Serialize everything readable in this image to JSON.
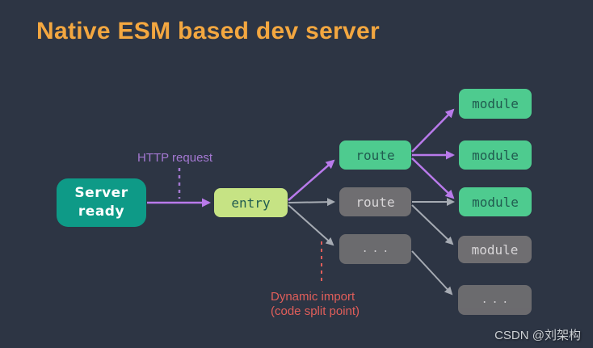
{
  "title": "Native ESM based dev server",
  "watermark": "CSDN @刘架构",
  "annotations": {
    "http_request": "HTTP request",
    "dynamic_import": "Dynamic import",
    "code_split": "(code split point)"
  },
  "nodes": [
    {
      "id": "server-ready",
      "label": "Server ready",
      "style": "teal"
    },
    {
      "id": "entry",
      "label": "entry",
      "style": "lime"
    },
    {
      "id": "route-active",
      "label": "route",
      "style": "green"
    },
    {
      "id": "route-inactive",
      "label": "route",
      "style": "gray"
    },
    {
      "id": "route-more",
      "label": "...",
      "style": "gray"
    },
    {
      "id": "module-1",
      "label": "module",
      "style": "green"
    },
    {
      "id": "module-2",
      "label": "module",
      "style": "green"
    },
    {
      "id": "module-3",
      "label": "module",
      "style": "green"
    },
    {
      "id": "module-4",
      "label": "module",
      "style": "gray"
    },
    {
      "id": "module-more",
      "label": "...",
      "style": "gray"
    }
  ],
  "edges": [
    {
      "from": "server-ready",
      "to": "entry",
      "color": "purple",
      "style": "solid"
    },
    {
      "from": "entry",
      "to": "route-active",
      "color": "purple",
      "style": "solid"
    },
    {
      "from": "entry",
      "to": "route-inactive",
      "color": "gray",
      "style": "solid"
    },
    {
      "from": "entry",
      "to": "route-more",
      "color": "gray",
      "style": "solid"
    },
    {
      "from": "route-active",
      "to": "module-1",
      "color": "purple",
      "style": "solid"
    },
    {
      "from": "route-active",
      "to": "module-2",
      "color": "purple",
      "style": "solid"
    },
    {
      "from": "route-active",
      "to": "module-3",
      "color": "purple",
      "style": "solid"
    },
    {
      "from": "route-inactive",
      "to": "module-3",
      "color": "gray",
      "style": "solid"
    },
    {
      "from": "route-inactive",
      "to": "module-4",
      "color": "gray",
      "style": "solid"
    },
    {
      "from": "route-more",
      "to": "module-more",
      "color": "gray",
      "style": "solid"
    }
  ],
  "colors": {
    "bg": "#2d3544",
    "title": "#f3a740",
    "teal-box": "#0e9a87",
    "lime-box": "#c6e384",
    "green-box": "#4ecb8f",
    "gray-box": "#6f6e71",
    "dark-text": "#215c50",
    "light-text": "#d8d6d8",
    "purple": "#b97aeb",
    "purple-label": "#a478d2",
    "gray-arrow": "#a6abb3",
    "red": "#e05e5a",
    "watermark": "#ccd0d4"
  }
}
